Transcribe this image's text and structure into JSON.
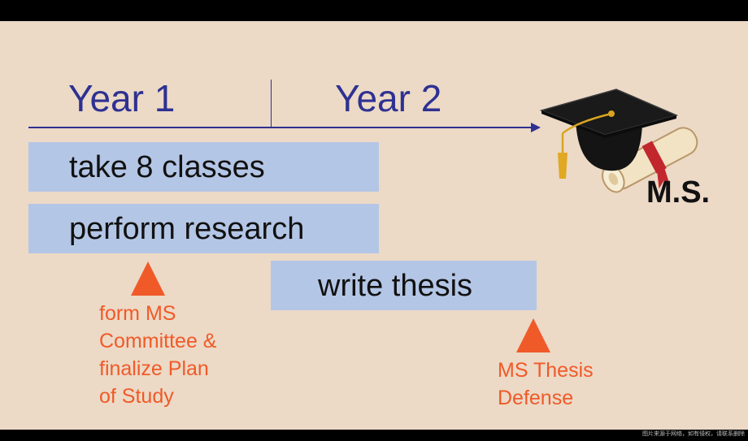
{
  "timeline": {
    "year1": "Year 1",
    "year2": "Year 2"
  },
  "bars": {
    "classes": "take 8 classes",
    "research": "perform research",
    "thesis": "write thesis"
  },
  "milestones": {
    "committee": [
      "form MS",
      "Committee &",
      "finalize Plan",
      "of Study"
    ],
    "defense": [
      "MS Thesis",
      "Defense"
    ]
  },
  "degree": {
    "label": "M.S.",
    "icon": "graduation-cap-diploma-icon"
  },
  "footer": {
    "caption": "图片来源于网络，如有侵权，请联系删除"
  },
  "colors": {
    "background": "#ecd9c6",
    "year_text": "#2e3192",
    "bar_fill": "#b4c6e6",
    "milestone": "#f05a28"
  }
}
